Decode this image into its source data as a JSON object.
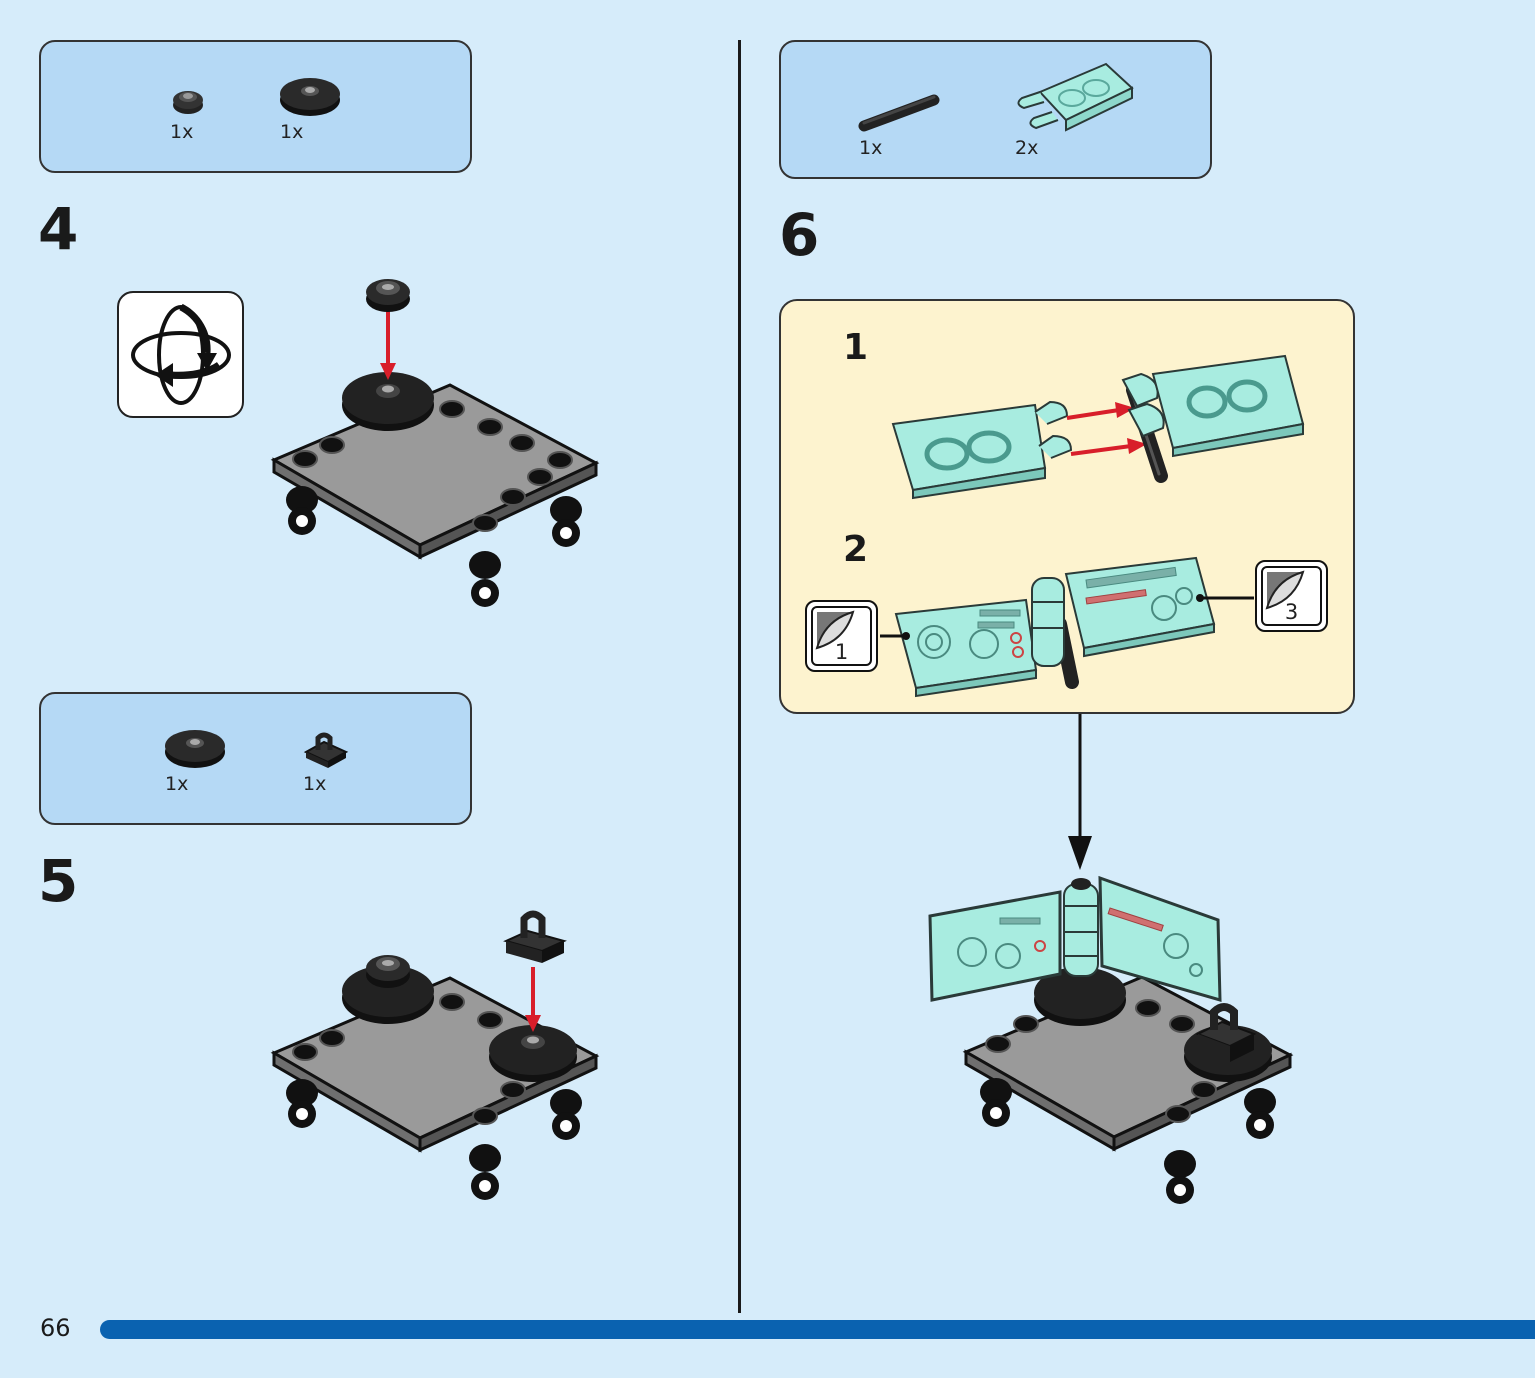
{
  "page": {
    "number": "66"
  },
  "steps": [
    {
      "id": "4",
      "label": "4",
      "parts": [
        {
          "qty": "1x",
          "part": "round-plate-1x1-black"
        },
        {
          "qty": "1x",
          "part": "round-tile-2x2-black"
        }
      ],
      "rotate_icon": "rotate-model-icon"
    },
    {
      "id": "5",
      "label": "5",
      "parts": [
        {
          "qty": "1x",
          "part": "round-tile-2x2-black"
        },
        {
          "qty": "1x",
          "part": "clip-plate-black"
        }
      ]
    },
    {
      "id": "6",
      "label": "6",
      "parts": [
        {
          "qty": "1x",
          "part": "bar-black"
        },
        {
          "qty": "2x",
          "part": "tile-1x2-clips-trans-light-blue"
        }
      ],
      "substeps": [
        {
          "label": "1"
        },
        {
          "label": "2",
          "stickers": [
            {
              "number": "1"
            },
            {
              "number": "3"
            }
          ]
        }
      ]
    }
  ],
  "colors": {
    "background": "#d6ecfa",
    "parts_box": "#b5d9f5",
    "substep_box": "#fdf3cf",
    "bar": "#0a62b0",
    "arrow": "#d81e2a"
  }
}
